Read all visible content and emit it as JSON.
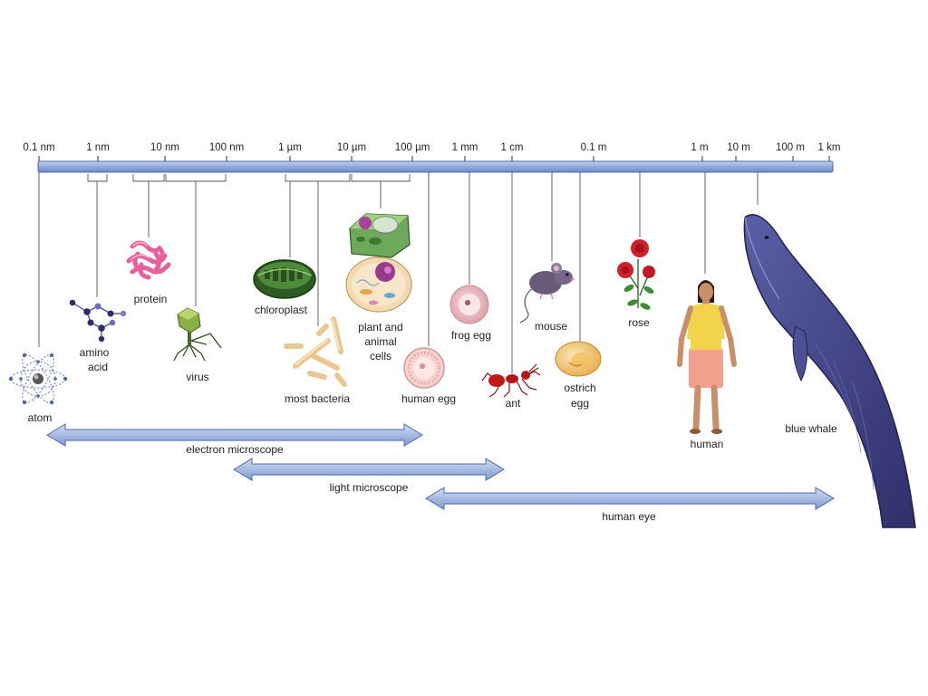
{
  "scale_ticks": [
    "0.1 nm",
    "1 nm",
    "10 nm",
    "100 nm",
    "1 µm",
    "10 µm",
    "100 µm",
    "1 mm",
    "1 cm",
    "0.1 m",
    "1 m",
    "10 m",
    "100 m",
    "1 km"
  ],
  "items": {
    "atom": "atom",
    "amino_1": "amino",
    "amino_2": "acid",
    "protein": "protein",
    "virus": "virus",
    "chloroplast": "chloroplast",
    "bacteria": "most bacteria",
    "cells_1": "plant and",
    "cells_2": "animal",
    "cells_3": "cells",
    "human_egg": "human egg",
    "frog_egg": "frog egg",
    "ant": "ant",
    "mouse": "mouse",
    "ostrich_1": "ostrich",
    "ostrich_2": "egg",
    "rose": "rose",
    "human": "human",
    "whale": "blue whale"
  },
  "ranges": {
    "electron": "electron microscope",
    "light": "light microscope",
    "eye": "human eye"
  },
  "colors": {
    "bar": "#8fa9d8",
    "bar_edge": "#4c6aa8",
    "whale": "#3e3f80",
    "protein": "#e8609a",
    "atom": "#5d74b5"
  }
}
